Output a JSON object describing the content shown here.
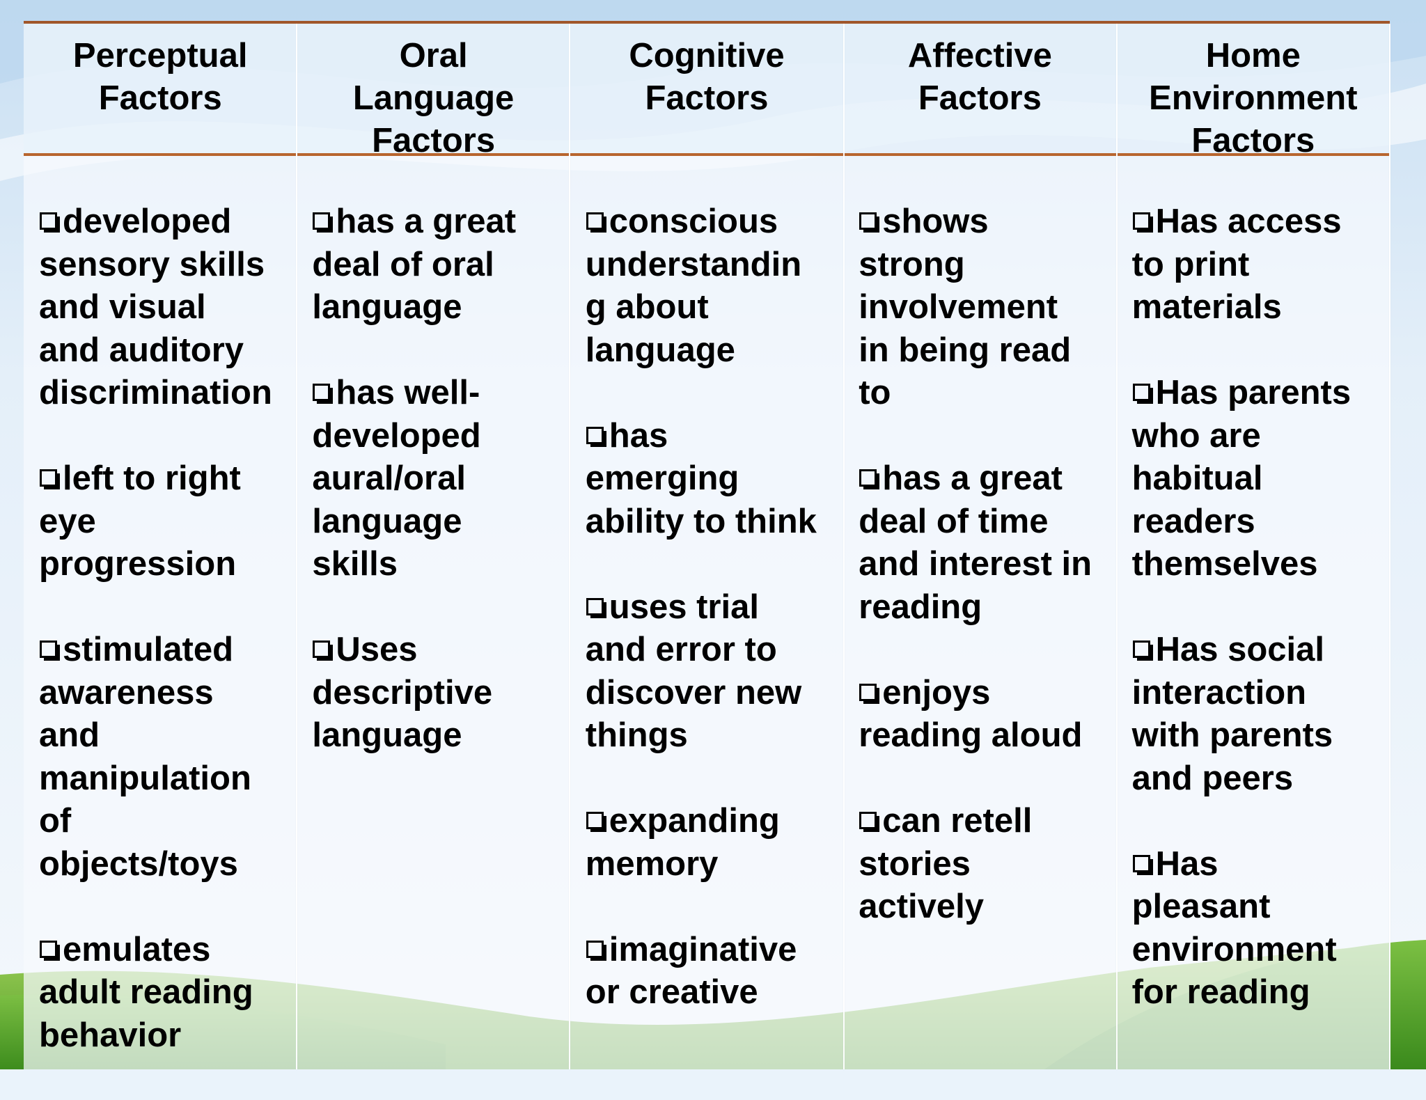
{
  "columns": [
    {
      "header": "Perceptual\nFactors",
      "items": [
        "developed sensory skills and visual and auditory discrimination",
        "left to right eye progression",
        "stimulated awareness and manipulation of objects/toys",
        "emulates adult reading behavior"
      ],
      "item_lines": [
        "developed\nsensory skills\nand visual\nand auditory\ndiscrimination",
        "left to right\neye\nprogression",
        "stimulated\nawareness\nand\nmanipulation\nof\nobjects/toys",
        "emulates\nadult reading\nbehavior"
      ]
    },
    {
      "header": "Oral\nLanguage\nFactors",
      "items": [
        "has a great deal of oral language",
        "has well-developed aural/oral language skills",
        "Uses descriptive language"
      ],
      "item_lines": [
        "has a great\ndeal of oral\nlanguage",
        "has well-\ndeveloped\naural/oral\nlanguage\nskills",
        "Uses\ndescriptive\nlanguage"
      ]
    },
    {
      "header": "Cognitive\nFactors",
      "items": [
        "conscious understanding about language",
        "has emerging ability to think",
        "uses trial and error to discover new things",
        "expanding memory",
        "imaginative or creative"
      ],
      "item_lines": [
        "conscious\nunderstandin\ng about\nlanguage",
        "has\nemerging\nability to think",
        "uses trial\nand error to\ndiscover new\nthings",
        "expanding\nmemory",
        "imaginative\nor creative"
      ]
    },
    {
      "header": "Affective\nFactors",
      "items": [
        "shows strong involvement in being read to",
        "has a great deal of time and interest in reading",
        "enjoys reading aloud",
        "can retell stories actively"
      ],
      "item_lines": [
        "shows\nstrong\ninvolvement\nin being read\nto",
        "has a great\ndeal of time\nand interest in\nreading",
        "enjoys\nreading aloud",
        "can retell\nstories\nactively"
      ]
    },
    {
      "header": "Home\nEnvironment\nFactors",
      "items": [
        "Has access to print materials",
        "Has parents who are habitual readers themselves",
        "Has social interaction with parents and peers",
        "Has pleasant environment for reading"
      ],
      "item_lines": [
        "Has access\nto print\nmaterials",
        "Has parents\nwho are\nhabitual\nreaders\nthemselves",
        "Has social\ninteraction\nwith parents\nand peers",
        "Has\npleasant\nenvironment\nfor reading"
      ]
    }
  ],
  "colors": {
    "rule": "#b8652e",
    "text": "#000000",
    "sky": "#cfe3f4",
    "grass": "#7db43a"
  },
  "icons": {
    "bullet": "hollow-square-bullet-icon"
  }
}
